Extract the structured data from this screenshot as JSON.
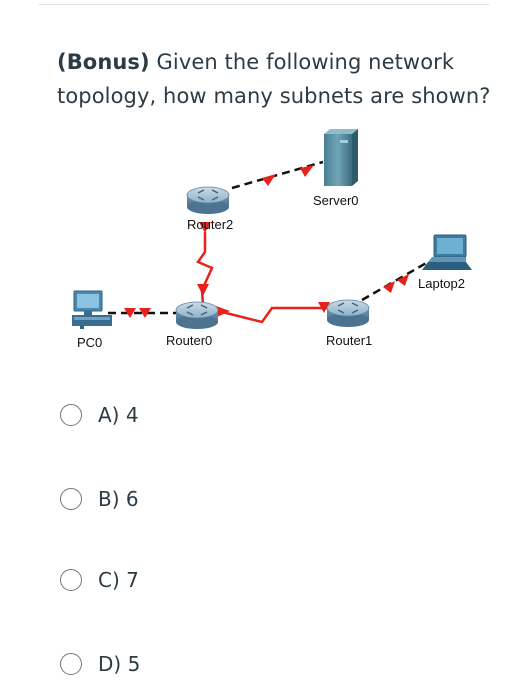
{
  "question": {
    "bold_prefix": "(Bonus)",
    "text_line1": " Given the following network",
    "text_line2": "topology, how many subnets are shown?"
  },
  "devices": {
    "pc0": "PC0",
    "router0": "Router0",
    "router1": "Router1",
    "router2": "Router2",
    "server0": "Server0",
    "laptop2": "Laptop2"
  },
  "options": [
    {
      "label": "A)",
      "value": "4"
    },
    {
      "label": "B)",
      "value": "6"
    },
    {
      "label": "C)",
      "value": "7"
    },
    {
      "label": "D)",
      "value": "5"
    }
  ],
  "colors": {
    "text": "#2d3b45",
    "link_red": "#e5231b",
    "router_blue": "#7fa7c2",
    "radio_border": "#6b7780"
  }
}
